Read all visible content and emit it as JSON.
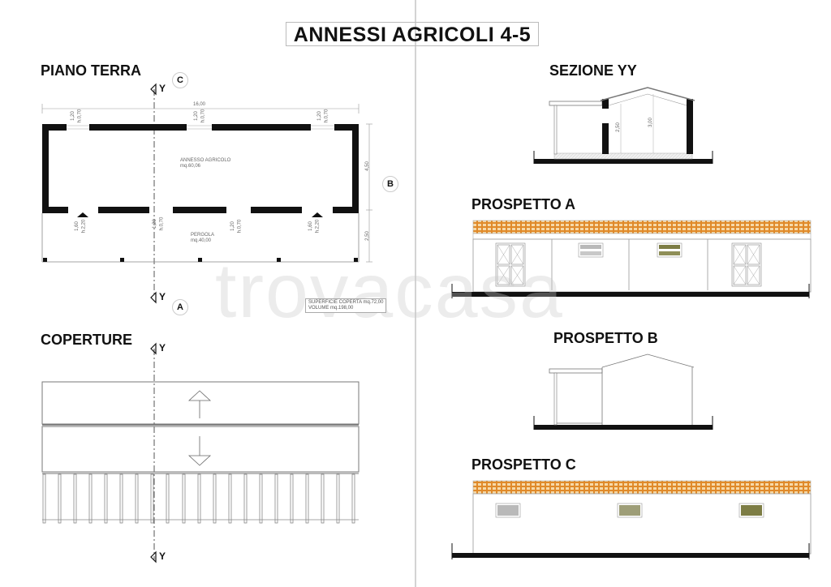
{
  "sheet": {
    "title": "ANNESSI AGRICOLI 4-5",
    "watermark": "trovacasa"
  },
  "piano_terra": {
    "title": "PIANO TERRA",
    "section_markers": {
      "top": "C",
      "right": "B",
      "bottom": "A",
      "axis": "Y"
    },
    "dimensions": {
      "overall_length": "16,00",
      "depth_building": "4,50",
      "depth_pergola": "2,50"
    },
    "openings_top": [
      {
        "w": "1,20",
        "h": "h.0,70"
      },
      {
        "w": "1,20",
        "h": "h.0,70"
      },
      {
        "w": "1,20",
        "h": "h.0,70"
      }
    ],
    "openings_bottom": [
      {
        "w": "1,60",
        "h": "h.2,20"
      },
      {
        "w": "1,20",
        "h": "h.0,70"
      },
      {
        "w": "1,20",
        "h": "h.0,70"
      },
      {
        "w": "1,60",
        "h": "h.2,20"
      }
    ],
    "rooms": [
      {
        "name": "ANNESSO AGRICOLO",
        "area": "mq.60,06"
      },
      {
        "name": "PERGOLA",
        "area": "mq.40,00"
      }
    ],
    "summary": {
      "line1": "SUPERFICIE COPERTA mq.72,00",
      "line2": "VOLUME mq.198,00"
    }
  },
  "coperture": {
    "title": "COPERTURE",
    "axis": "Y"
  },
  "sezione_yy": {
    "title": "SEZIONE YY",
    "dims": [
      "2,50",
      "3,00"
    ]
  },
  "prospetto_a": {
    "title": "PROSPETTO A"
  },
  "prospetto_b": {
    "title": "PROSPETTO B"
  },
  "prospetto_c": {
    "title": "PROSPETTO C"
  },
  "colors": {
    "tile_orange": "#e8a24a",
    "window_grey": "#b9b9b9",
    "window_olive_light": "#9e9e78",
    "window_olive": "#7d7d45",
    "wall_black": "#111111"
  }
}
